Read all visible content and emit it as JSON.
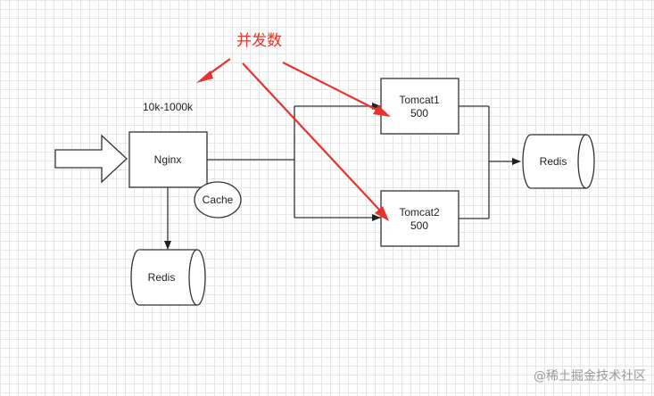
{
  "annotation": {
    "title": "并发数",
    "throughput": "10k-1000k",
    "color": "#e8332a"
  },
  "nodes": {
    "nginx": "Nginx",
    "cache": "Cache",
    "redis_left": "Redis",
    "tomcat1_name": "Tomcat1",
    "tomcat1_value": "500",
    "tomcat2_name": "Tomcat2",
    "tomcat2_value": "500",
    "redis_right": "Redis"
  },
  "watermark": "@稀土掘金技术社区"
}
